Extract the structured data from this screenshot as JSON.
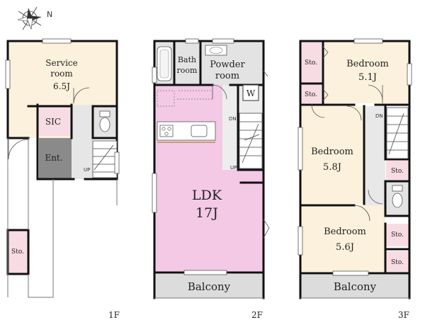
{
  "compass": {
    "north": "N"
  },
  "colors": {
    "wall": "#111111",
    "service": "#fbf1dc",
    "pink": "#f8dce4",
    "ldk": "#f3c9e6",
    "wet": "#e3e3e3",
    "balcony": "#dcdcdc",
    "entrance": "#8a8a8a",
    "white": "#ffffff"
  },
  "floors": [
    {
      "label": "1F"
    },
    {
      "label": "2F"
    },
    {
      "label": "3F"
    }
  ],
  "rooms": {
    "service_name": "Service",
    "service_name2": "room",
    "service_size": "6.5J",
    "sic": "SIC",
    "entrance": "Ent.",
    "storage_1f": "Sto.",
    "bath1": "Bath",
    "bath2": "room",
    "powder1": "Powder",
    "powder2": "room",
    "washer": "W",
    "ldk": "LDK",
    "ldk_size": "17J",
    "balcony_2f": "Balcony",
    "balcony_3f": "Balcony",
    "bed1": "Bedroom",
    "bed1_size": "5.1J",
    "bed2": "Bedroom",
    "bed2_size": "5.8J",
    "bed3": "Bedroom",
    "bed3_size": "5.6J",
    "sto3a": "Sto.",
    "sto3b": "Sto.",
    "sto3c": "Sto.",
    "sto3d": "Sto.",
    "sto3e": "Sto."
  },
  "stairs": {
    "up_1f": "UP",
    "dn_2f": "DN",
    "up_2f": "UP",
    "dn_3f": "DN"
  }
}
